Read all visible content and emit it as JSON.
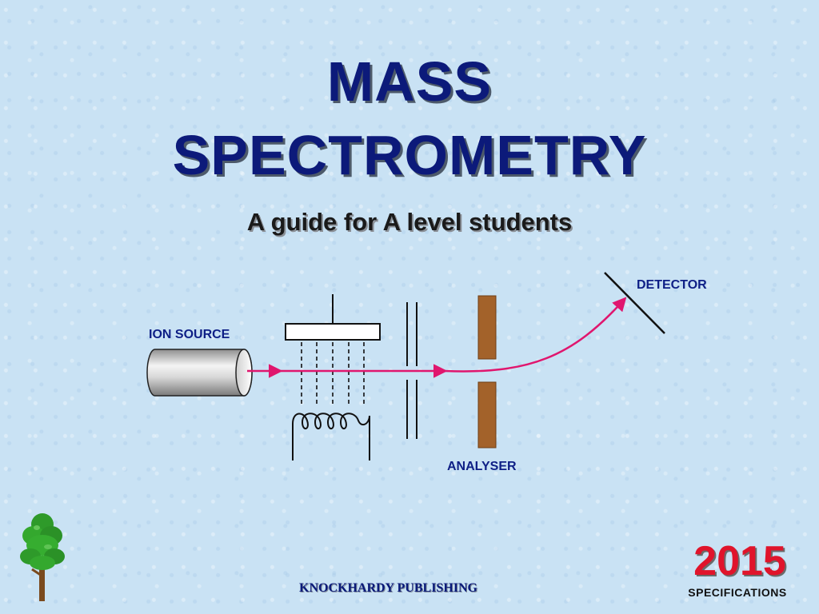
{
  "slide": {
    "title_line1": "MASS",
    "title_line2": "SPECTROMETRY",
    "subtitle": "A guide for A level students",
    "publisher": "KNOCKHARDY PUBLISHING",
    "year": "2015",
    "spec_label": "SPECIFICATIONS"
  },
  "diagram": {
    "labels": {
      "ion_source": "ION SOURCE",
      "analyser": "ANALYSER",
      "detector": "DETECTOR"
    }
  },
  "icons": {
    "logo": "tree-icon"
  },
  "colors": {
    "title": "#0c1a7a",
    "label": "#0e1f86",
    "beam": "#e0166e",
    "year": "#e0142b",
    "magnet": "#a3622a",
    "tree_green": "#2e9a2a",
    "tree_trunk": "#7a4a1e"
  }
}
